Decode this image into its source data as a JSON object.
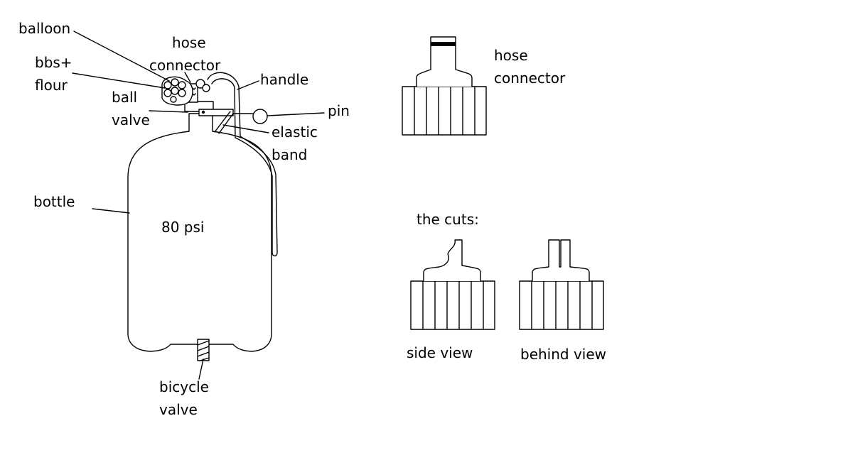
{
  "labels": {
    "balloon": "balloon",
    "hose_connector_line1": "hose",
    "hose_connector_line2": "connector",
    "bbs_flour_line1": "bbs+",
    "bbs_flour_line2": "flour",
    "handle": "handle",
    "ball_valve_line1": "ball",
    "ball_valve_line2": "valve",
    "pin": "pin",
    "elastic_band_line1": "elastic",
    "elastic_band_line2": "band",
    "bottle": "bottle",
    "pressure": "80 psi",
    "bicycle_valve_line1": "bicycle",
    "bicycle_valve_line2": "valve",
    "detail_hose_connector_line1": "hose",
    "detail_hose_connector_line2": "connector",
    "the_cuts": "the cuts:",
    "side_view": "side view",
    "behind_view": "behind view"
  },
  "colors": {
    "stroke": "#000000",
    "background": "#ffffff"
  }
}
